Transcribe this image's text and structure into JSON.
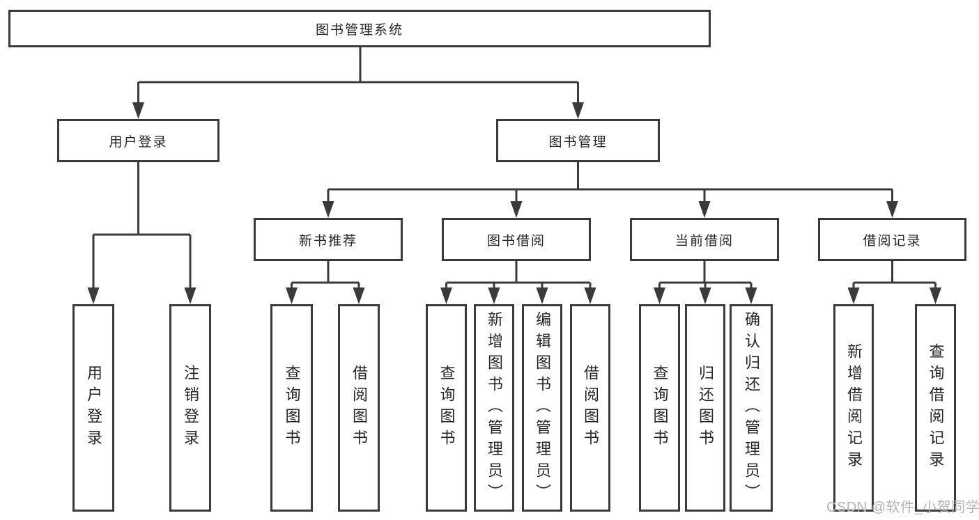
{
  "colors": {
    "box_border": "#3a3a3a",
    "connector_line": "#3a3a3a",
    "text": "#252525",
    "background": "#ffffff",
    "watermark_text_color": "#b4b4b4"
  },
  "tree": {
    "label": "图书管理系统",
    "children": [
      {
        "label": "用户登录",
        "children": [
          {
            "label": "用户登录"
          },
          {
            "label": "注销登录"
          }
        ]
      },
      {
        "label": "图书管理",
        "children": [
          {
            "label": "新书推荐",
            "children": [
              {
                "label": "查询图书"
              },
              {
                "label": "借阅图书"
              }
            ]
          },
          {
            "label": "图书借阅",
            "children": [
              {
                "label": "查询图书"
              },
              {
                "label": "新增图书（管理员）"
              },
              {
                "label": "编辑图书（管理员）"
              },
              {
                "label": "借阅图书"
              }
            ]
          },
          {
            "label": "当前借阅",
            "children": [
              {
                "label": "查询图书"
              },
              {
                "label": "归还图书"
              },
              {
                "label": "确认归还（管理员）"
              }
            ]
          },
          {
            "label": "借阅记录",
            "children": [
              {
                "label": "新增借阅记录"
              },
              {
                "label": "查询借阅记录"
              }
            ]
          }
        ]
      }
    ]
  },
  "watermark": {
    "text": "CSDN @软件_小贺同学"
  }
}
